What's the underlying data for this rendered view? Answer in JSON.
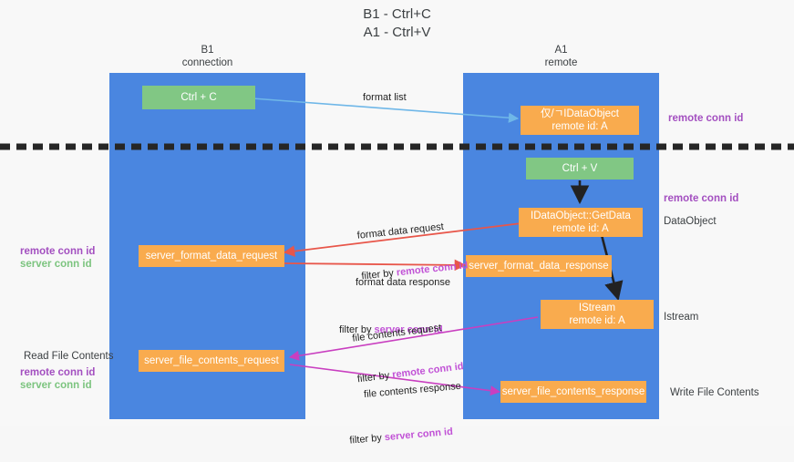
{
  "title": "B1 - Ctrl+C\nA1 - Ctrl+V",
  "columns": [
    {
      "name": "b1",
      "label": "B1\nconnection"
    },
    {
      "name": "a1",
      "label": "A1\nremote"
    }
  ],
  "nodes": [
    {
      "name": "ctrl-c-node",
      "label": "Ctrl + C",
      "color": "green"
    },
    {
      "name": "idataobject-node",
      "label": "仅/ㄱIDataObject\nremote id: A",
      "color": "orange"
    },
    {
      "name": "ctrl-v-node",
      "label": "Ctrl + V",
      "color": "green"
    },
    {
      "name": "idataobject-getdata-node",
      "label": "IDataObject::GetData\nremote id: A",
      "color": "orange"
    },
    {
      "name": "server-format-data-request-node",
      "label": "server_format_data_request",
      "color": "orange"
    },
    {
      "name": "server-format-data-response-node",
      "label": "server_format_data_response",
      "color": "orange"
    },
    {
      "name": "istream-node",
      "label": "IStream\nremote id: A",
      "color": "orange"
    },
    {
      "name": "server-file-contents-request-node",
      "label": "server_file_contents_request",
      "color": "orange"
    },
    {
      "name": "server-file-contents-response-node",
      "label": "server_file_contents_response",
      "color": "orange"
    }
  ],
  "edge_labels": {
    "format_list": "format list",
    "format_data_request_line1": "format data request",
    "format_data_request_line2_prefix": "filter by ",
    "format_data_request_line2_hl": "remote conn id",
    "format_data_response_line1": "format data response",
    "format_data_response_line2_prefix": "filter by ",
    "format_data_response_line2_hl": "server conn id",
    "file_contents_request_line1": "file contents request",
    "file_contents_request_line2_prefix": "filter by ",
    "file_contents_request_line2_hl": "remote conn id",
    "file_contents_response_line1": "file contents response",
    "file_contents_response_line2_prefix": "filter by ",
    "file_contents_response_line2_hl": "server conn id"
  },
  "side_labels": {
    "right_remote_conn_id_top": "remote conn id",
    "right_remote_conn_id_mid": "remote conn id",
    "right_dataobject": "DataObject",
    "right_istream": "Istream",
    "right_write_file_contents": "Write File Contents",
    "left_remote_conn_id_mid": "remote conn id",
    "left_server_conn_id_mid": "server conn id",
    "left_read_file_contents": "Read File Contents",
    "left_remote_conn_id_bottom": "remote conn id",
    "left_server_conn_id_bottom": "server conn id"
  },
  "colors": {
    "lane": "#4a86e0",
    "green_node": "#81c784",
    "orange_node": "#f9ab4e",
    "remote_conn_id": "#a34fc0",
    "server_conn_id": "#7cc47f",
    "divider": "#262626",
    "arrow_format_list": "#6fb7e8",
    "arrow_format_data": "#e8564a",
    "arrow_file_contents": "#c93fc0",
    "arrow_black": "#222222",
    "background": "#f8f8f8"
  }
}
